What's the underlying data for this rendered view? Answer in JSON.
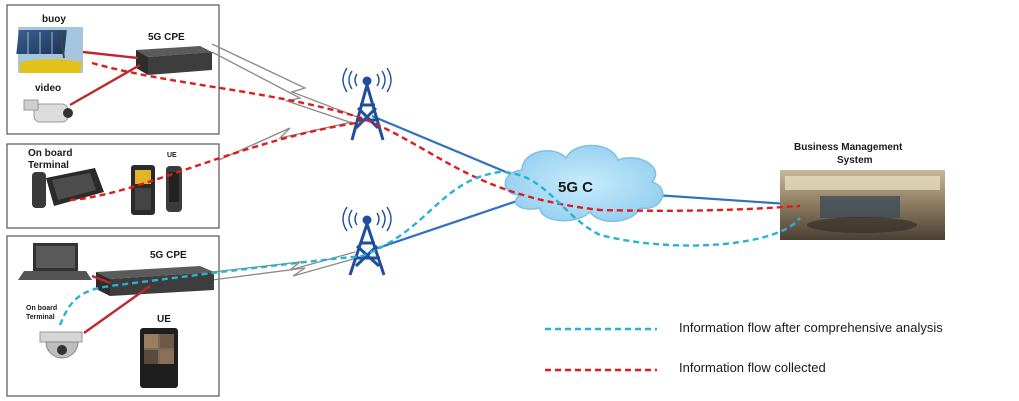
{
  "site_top": {
    "buoy_label": "buoy",
    "cpe_label": "5G CPE",
    "video_label": "video"
  },
  "site_middle": {
    "terminal_label_line1": "On board",
    "terminal_label_line2": "Terminal",
    "ue_label": "UE"
  },
  "site_bottom": {
    "cpe_label": "5G CPE",
    "terminal_label_line1": "On board",
    "terminal_label_line2": "Terminal",
    "ue_label": "UE"
  },
  "core": {
    "label": "5G C"
  },
  "bms": {
    "label_line1": "Business Management",
    "label_line2": "System"
  },
  "legend": {
    "analysis_label": "Information flow after comprehensive analysis",
    "collected_label": "Information flow collected"
  },
  "colors": {
    "analysis_flow": "#27b3d3",
    "collected_flow": "#e01b1b",
    "backhaul": "#2e72c0",
    "tower": "#1f4e9c",
    "cloud": "#9fd6f3"
  }
}
